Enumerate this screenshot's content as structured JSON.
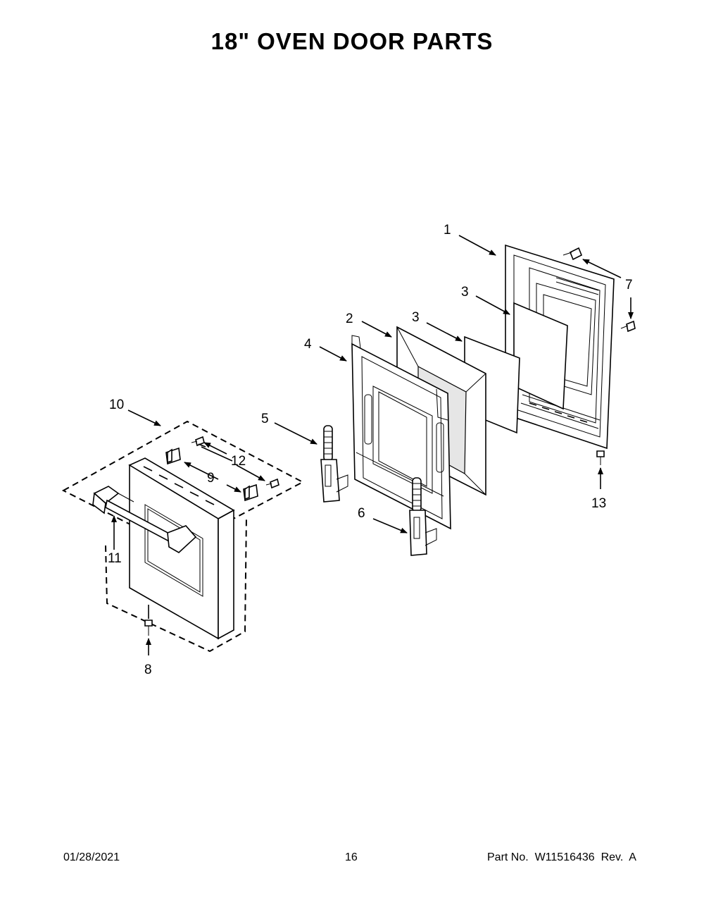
{
  "title": "18\" OVEN DOOR PARTS",
  "footer": {
    "date": "01/28/2021",
    "page": "16",
    "part_number": "Part No.  W11516436  Rev.  A"
  },
  "callouts": {
    "c1": "1",
    "c2": "2",
    "c3a": "3",
    "c3b": "3",
    "c4": "4",
    "c5": "5",
    "c6": "6",
    "c7": "7",
    "c8": "8",
    "c9": "9",
    "c10": "10",
    "c11": "11",
    "c12": "12",
    "c13": "13"
  }
}
